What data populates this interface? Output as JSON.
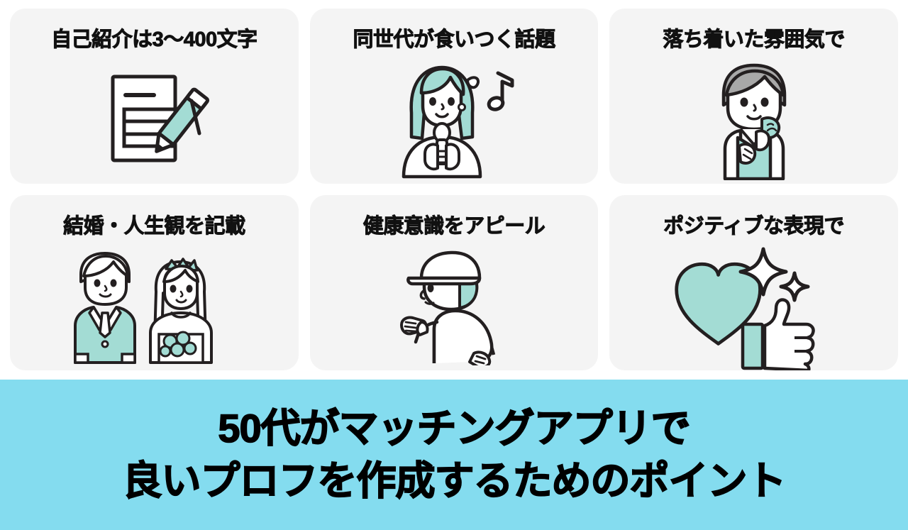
{
  "page": {
    "background_color": "#ffffff",
    "card_background_color": "#f4f4f4",
    "accent_teal": "#a3dcd4",
    "banner_background_color": "#84dcef",
    "line_color": "#1a1a1a",
    "title_color": "#111111"
  },
  "cards": [
    {
      "id": "self-introduction-length",
      "title": "自己紹介は3〜400文字",
      "icon": "document-with-pencil-icon"
    },
    {
      "id": "same-generation-topics",
      "title": "同世代が食いつく話題",
      "icon": "woman-singing-microphone-icon"
    },
    {
      "id": "calm-atmosphere",
      "title": "落ち着いた雰囲気で",
      "icon": "older-man-with-handkerchief-icon"
    },
    {
      "id": "marriage-life-values",
      "title": "結婚・人生観を記載",
      "icon": "wedding-couple-icon"
    },
    {
      "id": "health-consciousness",
      "title": "健康意識をアピール",
      "icon": "jogging-person-icon"
    },
    {
      "id": "positive-expression",
      "title": "ポジティブな表現で",
      "icon": "heart-thumbs-up-sparkle-icon"
    }
  ],
  "banner": {
    "line1": "50代がマッチングアプリで",
    "line2": "良いプロフを作成するためのポイント"
  }
}
